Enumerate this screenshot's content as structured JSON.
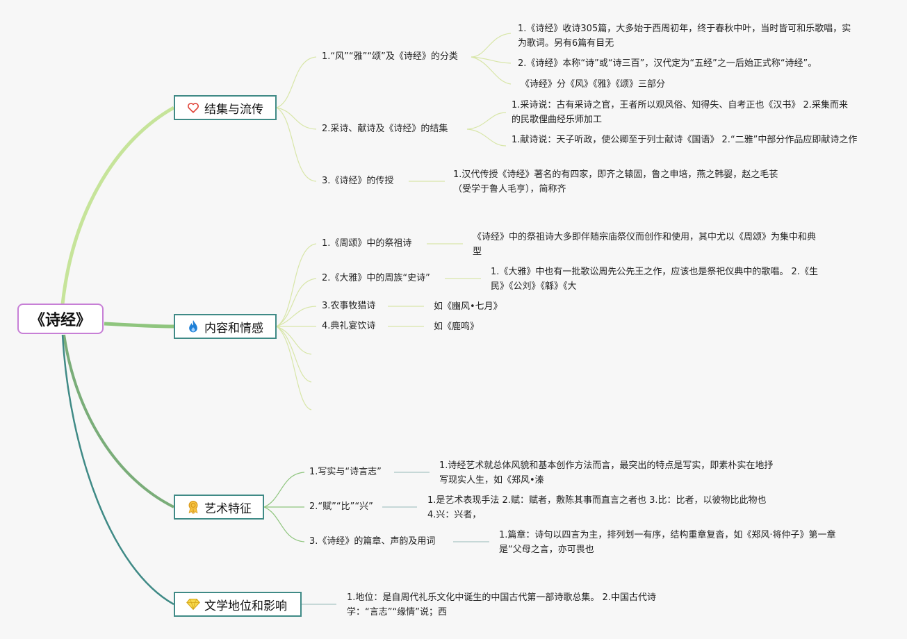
{
  "root": {
    "title": "《诗经》"
  },
  "branches": [
    {
      "label": "结集与流传",
      "icon": "heart-icon",
      "children": [
        {
          "label": "1.“风”“雅”“颂”及《诗经》的分类",
          "leaves": [
            "1.《诗经》收诗305篇，大多始于西周初年，终于春秋中叶，当时皆可和乐歌唱，实为歌词。另有6篇有目无",
            "2.《诗经》本称“诗”或“诗三百”，汉代定为“五经”之一后始正式称“诗经”。",
            "《诗经》分《风》《雅》《颂》三部分"
          ]
        },
        {
          "label": "2.采诗、献诗及《诗经》的结集",
          "leaves": [
            "1.采诗说：古有采诗之官，王者所以观风俗、知得失、自考正也《汉书》 2.采集而来的民歌俚曲经乐师加工",
            "1.献诗说：天子听政，使公卿至于列士献诗《国语》 2.“二雅”中部分作品应即献诗之作"
          ]
        },
        {
          "label": "3.《诗经》的传授",
          "leaves": [
            "1.汉代传授《诗经》著名的有四家，即齐之辕固，鲁之申培，燕之韩婴，赵之毛苌（受学于鲁人毛亨），简称齐"
          ]
        }
      ]
    },
    {
      "label": "内容和情感",
      "icon": "flame-icon",
      "children": [
        {
          "label": "1.《周颂》中的祭祖诗",
          "leaves": [
            "《诗经》中的祭祖诗大多即伴随宗庙祭仪而创作和使用，其中尤以《周颂》为集中和典型"
          ]
        },
        {
          "label": "2.《大雅》中的周族“史诗”",
          "leaves": [
            "1.《大雅》中也有一批歌讼周先公先王之作，应该也是祭祀仪典中的歌唱。 2.《生民》《公刘》《緜》《大"
          ]
        },
        {
          "label": "3.农事牧猎诗",
          "leaves": [
            "如《豳风•七月》"
          ]
        },
        {
          "label": "4.典礼宴饮诗",
          "leaves": [
            "如《鹿鸣》"
          ]
        }
      ]
    },
    {
      "label": "艺术特征",
      "icon": "medal-icon",
      "children": [
        {
          "label": "1.写实与“诗言志”",
          "leaves": [
            "1.诗经艺术就总体风貌和基本创作方法而言，最突出的特点是写实，即素朴实在地抒写现实人生，如《郑风•溱"
          ]
        },
        {
          "label": "2.“赋”“比”“兴”",
          "leaves": [
            "1.是艺术表现手法 2.赋：赋者，敷陈其事而直言之者也 3.比：比者，以彼物比此物也 4.兴：兴者，"
          ]
        },
        {
          "label": "3.《诗经》的篇章、声韵及用词",
          "leaves": [
            "1.篇章：诗句以四言为主，排列划一有序，结构重章复沓，如《郑风·将仲子》第一章是“父母之言，亦可畏也"
          ]
        }
      ]
    },
    {
      "label": "文学地位和影响",
      "icon": "diamond-icon",
      "children": [],
      "leaves": [
        "1.地位：是自周代礼乐文化中诞生的中国古代第一部诗歌总集。 2.中国古代诗学：“言志”“缘情”说；西"
      ]
    }
  ],
  "colors": {
    "root_border": "#c77fd6",
    "branch_border": "#3f8a86",
    "link_1": "#c6e49a",
    "link_2": "#8fc57e",
    "link_3": "#7aad79",
    "link_4": "#3f8a86",
    "sub_link": "#d8e6a8",
    "background": "#f7f7f7"
  }
}
